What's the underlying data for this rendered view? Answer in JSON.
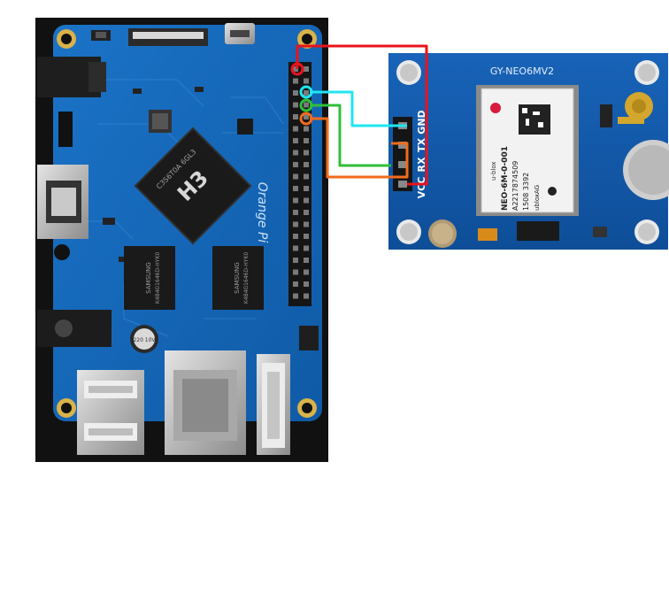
{
  "orange_pi": {
    "soc_label": "H3",
    "soc_code": "C3S6T0A 6GL3",
    "ram_brand": "SAMSUNG",
    "ram_part": "K4B4G1646D-HYK0",
    "silk_brand": "Orange Pi",
    "cap_label": "220 10V"
  },
  "gps_module": {
    "title": "GY-NEO6MV2",
    "pins": [
      "VCC",
      "RX",
      "TX",
      "GND"
    ],
    "chip_brand": "u-blox",
    "chip_model": "NEO-6M-0-001",
    "chip_code": "A2217874509",
    "chip_date": "1508  3392",
    "chip_maker": "ubloxAG"
  },
  "wires": [
    {
      "name": "vcc-wire",
      "color": "#e8141b"
    },
    {
      "name": "rx-wire",
      "color": "#1ee6f0"
    },
    {
      "name": "tx-wire",
      "color": "#2fbf3a"
    },
    {
      "name": "gnd-wire",
      "color": "#f26b1d"
    }
  ]
}
